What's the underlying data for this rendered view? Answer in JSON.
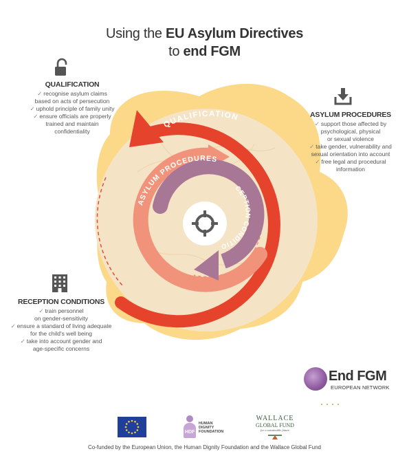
{
  "title": {
    "prefix": "Using the",
    "bold": "EU Asylum Directives",
    "line2_prefix": "to",
    "line2_bold": "end FGM"
  },
  "icons": {
    "qualification": "unlocked-padlock-icon",
    "asylum_procedures": "inbox-download-icon",
    "reception_conditions": "building-icon",
    "center": "crosshair-target-icon"
  },
  "cycle_labels": {
    "qualification": "QUALIFICATION",
    "asylum_procedures": "ASYLUM PROCEDURES",
    "reception_conditions": "RECEPTION CONDITIONS"
  },
  "qualification": {
    "heading": "QUALIFICATION",
    "items": [
      [
        "recognise asylum claims",
        "based on acts of persecution"
      ],
      [
        "uphold principle of family unity"
      ],
      [
        "ensure officials are properly",
        "trained and maintain confidentiality"
      ]
    ]
  },
  "asylum_procedures": {
    "heading": "ASYLUM PROCEDURES",
    "items": [
      [
        "support those affected by",
        "psychological, physical",
        "or sexual violence"
      ],
      [
        "take gender, vulnerability and",
        "sexual orientation into account"
      ],
      [
        "free legal and procedural",
        "information"
      ]
    ]
  },
  "reception_conditions": {
    "heading": "RECEPTION CONDITIONS",
    "items": [
      [
        "train personnel",
        "on gender-sensitivity"
      ],
      [
        "ensure a standard of living adequate",
        "for the child's well being"
      ],
      [
        "take into account gender and",
        "age-specific concerns"
      ]
    ]
  },
  "logo": {
    "name": "End FGM",
    "subtitle": "EUROPEAN NETWORK"
  },
  "partners": {
    "hdf_letters": "HDF",
    "hdf_name": [
      "HUMAN",
      "DIGNITY",
      "FOUNDATION"
    ],
    "wgf_line1": "WALLACE",
    "wgf_line2": "GLOBAL FUND",
    "wgf_line3": "for a sustainable future"
  },
  "footer": "Co-funded by the European Union, the Human Dignity Foundation and the Wallace Global Fund",
  "colors": {
    "yellow_blob": "#fcd889",
    "beige_disc": "#f5e3c6",
    "outer_ring": "#e6432d",
    "middle_ring": "#f1937a",
    "inner_ring": "#a77795",
    "center_icon": "#5a5a5a"
  }
}
